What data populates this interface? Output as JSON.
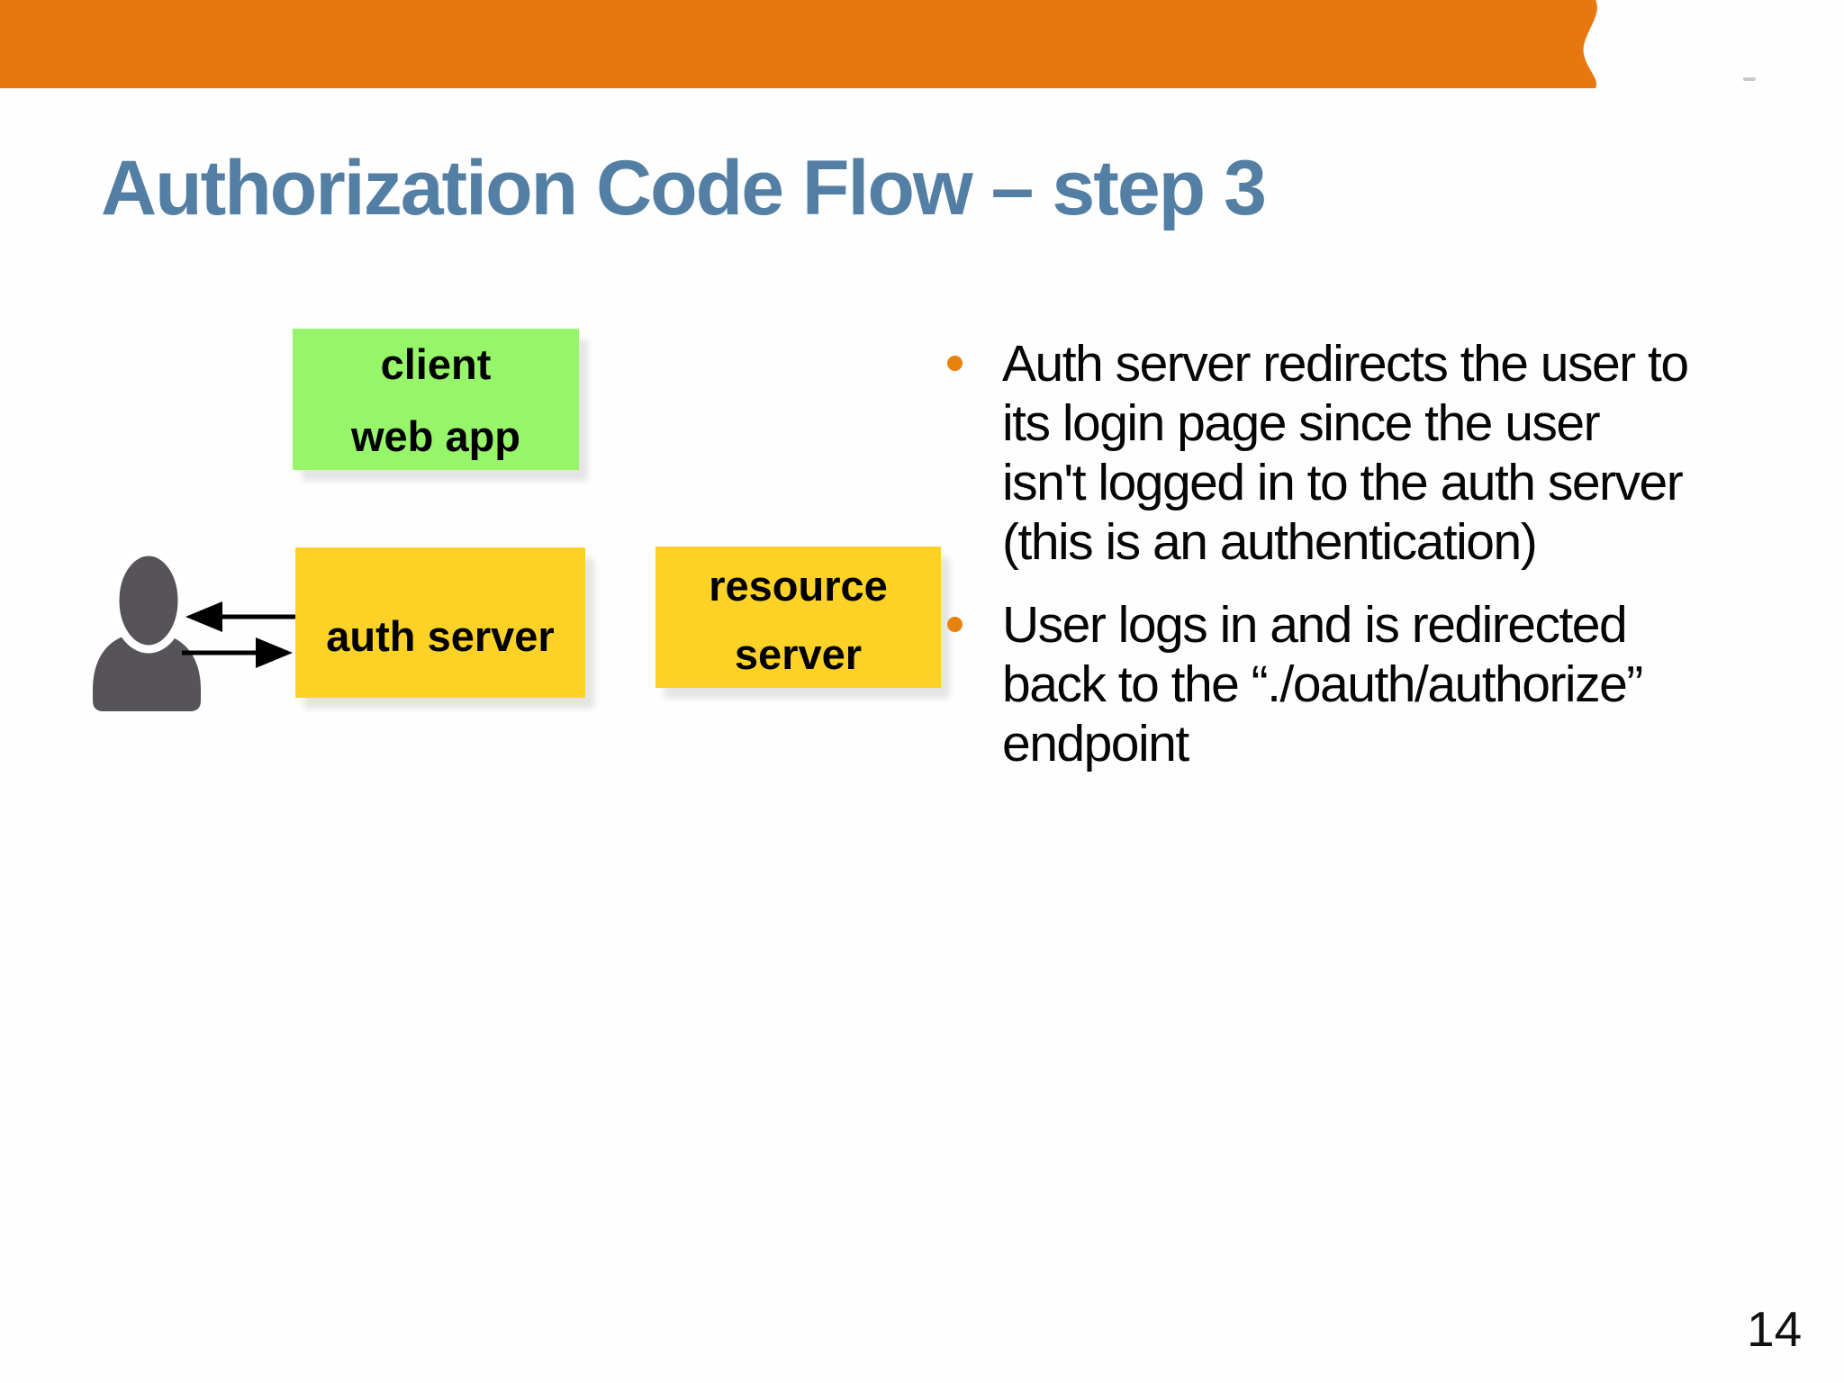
{
  "slide": {
    "title": "Authorization Code Flow – step 3",
    "page_number": "14",
    "colors": {
      "header_orange": "#e7780f",
      "title_blue": "#547fa4",
      "client_box_green": "#97f569",
      "server_box_yellow": "#fcd226",
      "person_gray": "#565458",
      "bullet_dot_orange": "#e8820e",
      "text_black": "#000000"
    }
  },
  "diagram": {
    "client_box": {
      "lines": [
        "client",
        "web app"
      ]
    },
    "auth_box": {
      "label": "auth server"
    },
    "resource_box": {
      "lines": [
        "resource",
        "server"
      ]
    },
    "person_icon": "user-silhouette-icon",
    "arrows": [
      {
        "name": "arrow-auth-server-to-user",
        "direction": "left"
      },
      {
        "name": "arrow-user-to-auth-server",
        "direction": "right"
      }
    ]
  },
  "bullets": [
    {
      "lines": [
        "Auth server redirects the user to",
        "its login page since the user",
        "isn't logged in to the auth server",
        "(this is an authentication)"
      ]
    },
    {
      "lines": [
        "User logs in and is redirected",
        "back to the “./oauth/authorize”",
        "endpoint"
      ]
    }
  ]
}
